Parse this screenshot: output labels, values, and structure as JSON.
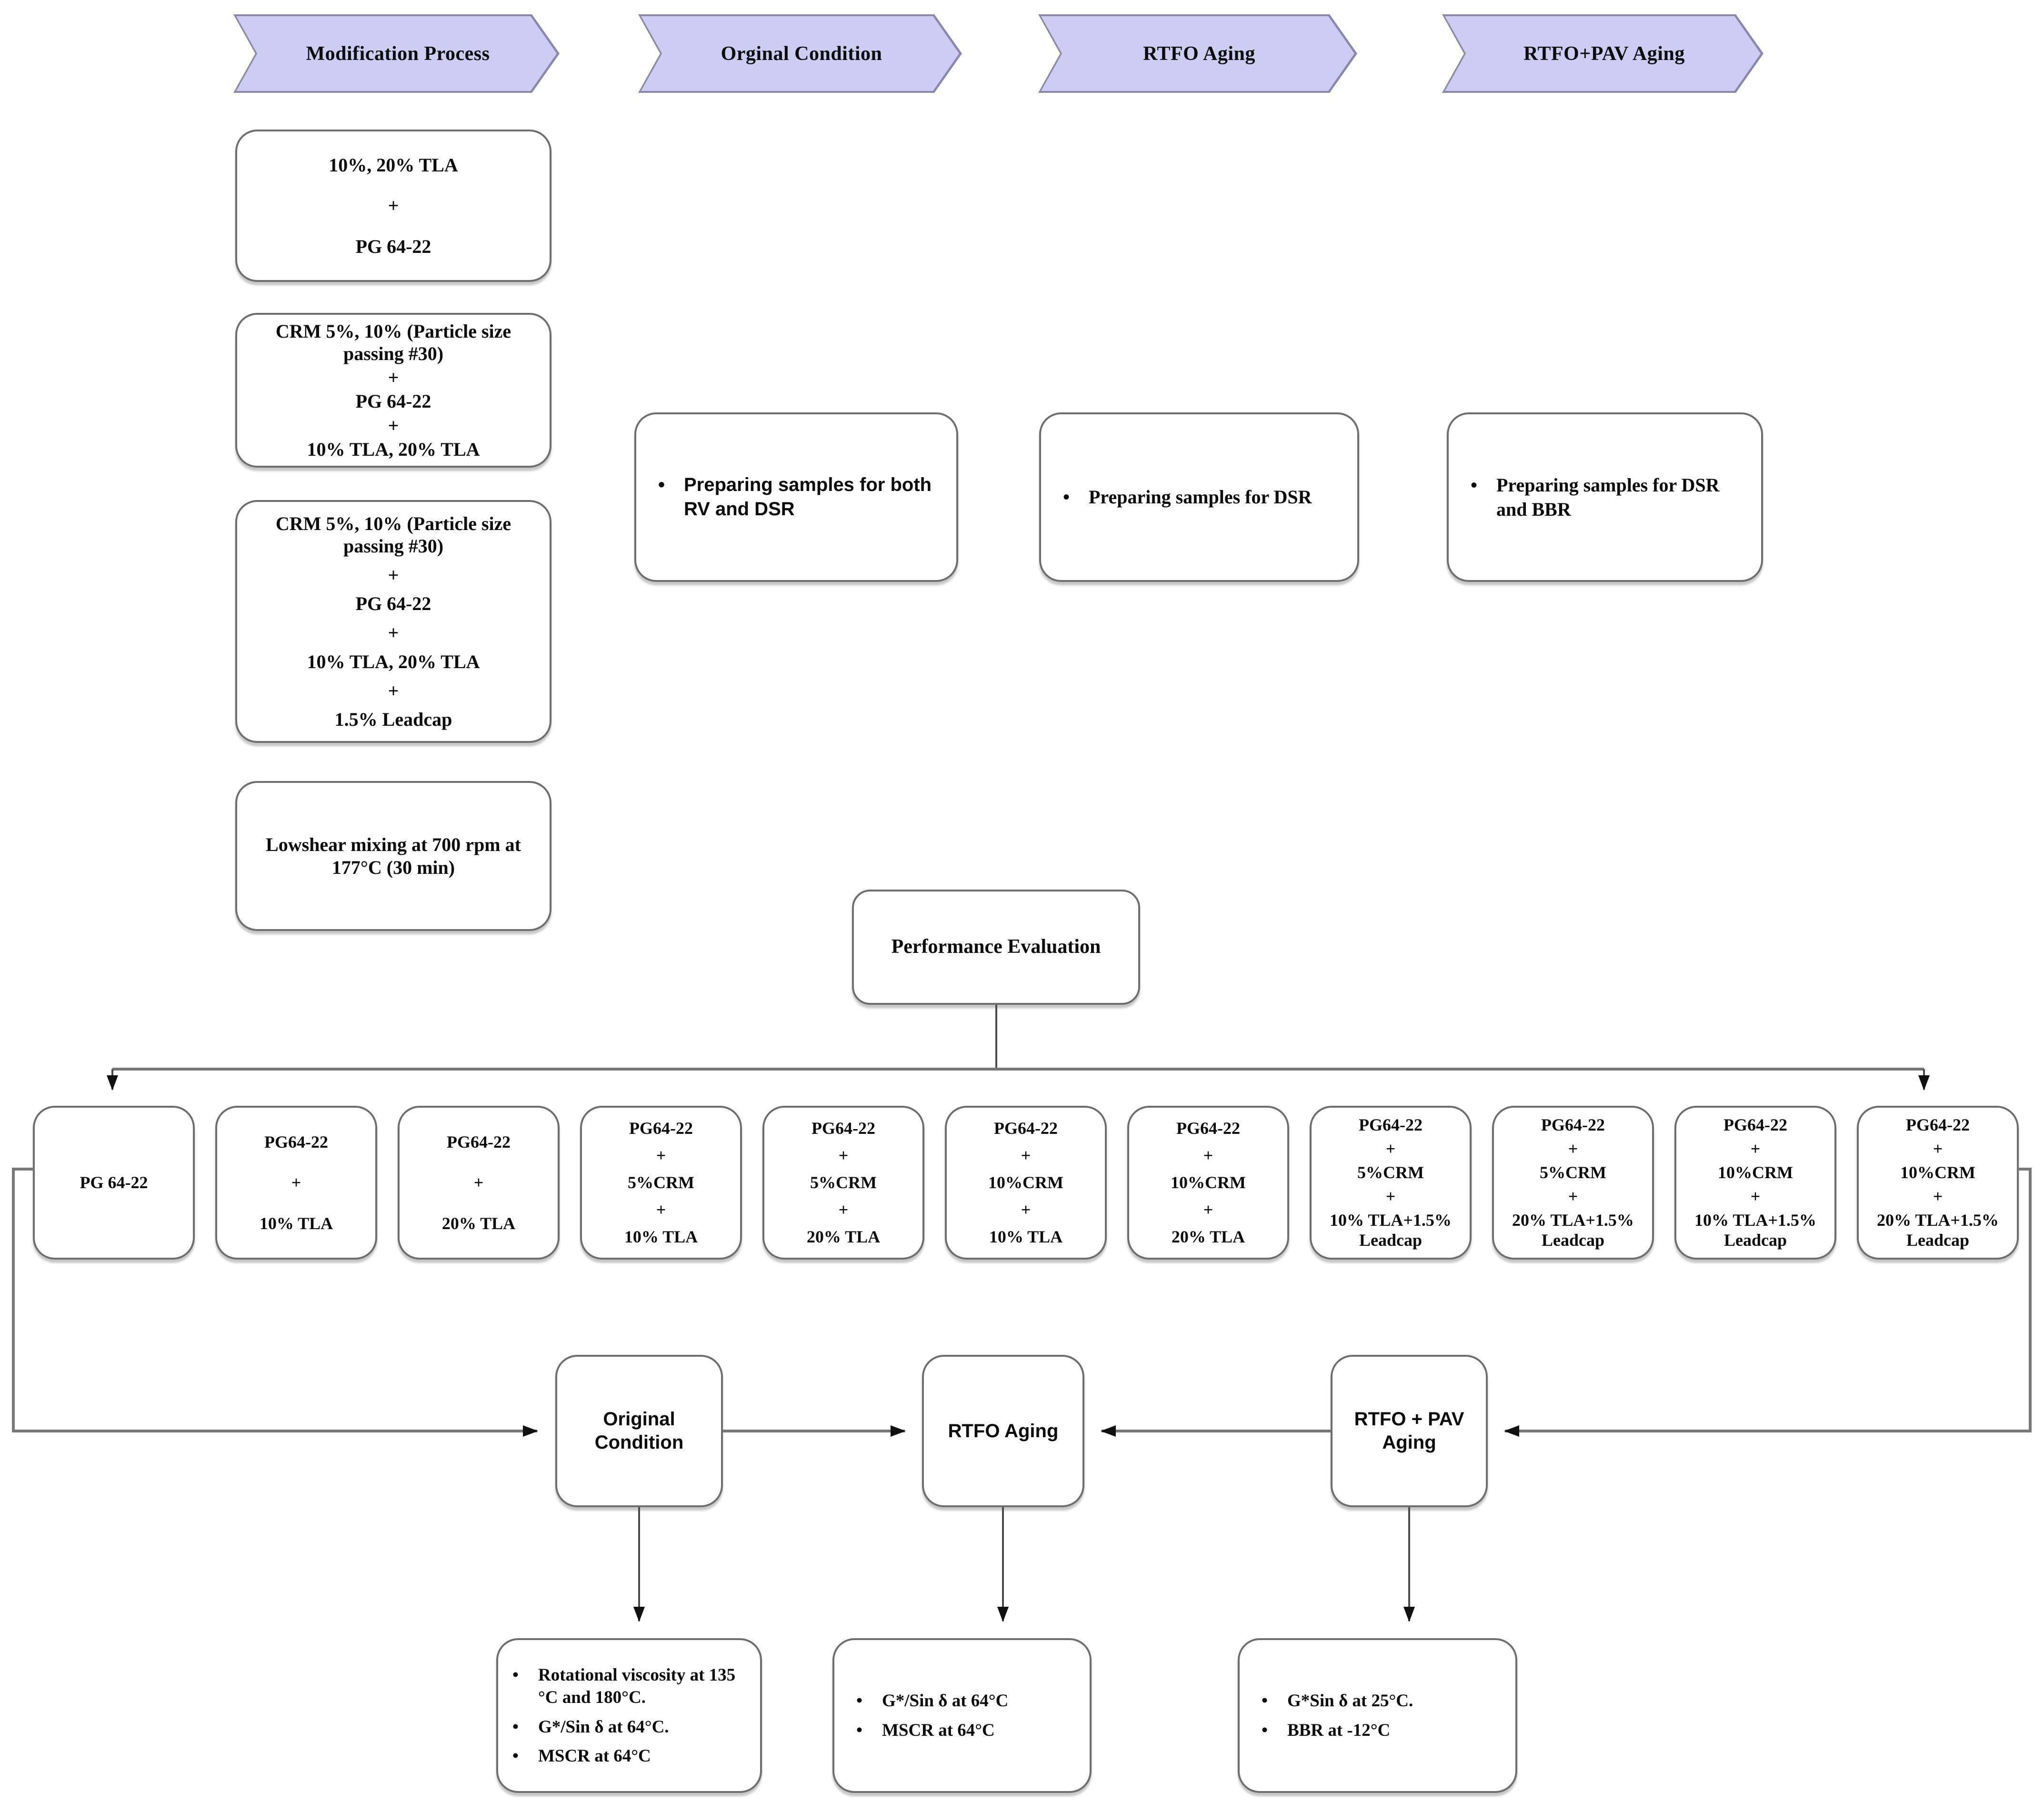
{
  "banners": [
    {
      "label": "Modification Process"
    },
    {
      "label": "Orginal Condition"
    },
    {
      "label": "RTFO Aging"
    },
    {
      "label": "RTFO+PAV Aging"
    }
  ],
  "modification": {
    "boxes": [
      {
        "lines": [
          "10%, 20% TLA",
          "+",
          "PG 64-22"
        ]
      },
      {
        "lines": [
          "CRM 5%, 10% (Particle size passing #30)",
          "+",
          "PG 64-22",
          "+",
          "10% TLA, 20% TLA"
        ]
      },
      {
        "lines": [
          "CRM 5%, 10% (Particle size passing #30)",
          "+",
          "PG 64-22",
          "+",
          "10% TLA, 20% TLA",
          "+",
          "1.5% Leadcap"
        ]
      },
      {
        "lines": [
          "Lowshear mixing at 700 rpm at 177°C (30 min)"
        ]
      }
    ]
  },
  "preparation": {
    "boxes": [
      {
        "bullets": [
          "Preparing samples for both RV and DSR"
        ]
      },
      {
        "bullets": [
          "Preparing samples for DSR"
        ]
      },
      {
        "bullets": [
          "Preparing samples for DSR and BBR"
        ]
      }
    ]
  },
  "performance": {
    "label": "Performance Evaluation"
  },
  "samples": [
    {
      "lines": [
        "PG 64-22"
      ]
    },
    {
      "lines": [
        "PG64-22",
        "+",
        "10% TLA"
      ]
    },
    {
      "lines": [
        "PG64-22",
        "+",
        "20% TLA"
      ]
    },
    {
      "lines": [
        "PG64-22",
        "+",
        "5%CRM",
        "+",
        "10% TLA"
      ]
    },
    {
      "lines": [
        "PG64-22",
        "+",
        "5%CRM",
        "+",
        "20% TLA"
      ]
    },
    {
      "lines": [
        "PG64-22",
        "+",
        "10%CRM",
        "+",
        "10% TLA"
      ]
    },
    {
      "lines": [
        "PG64-22",
        "+",
        "10%CRM",
        "+",
        "20% TLA"
      ]
    },
    {
      "lines": [
        "PG64-22",
        "+",
        "5%CRM",
        "+",
        "10% TLA+1.5% Leadcap"
      ]
    },
    {
      "lines": [
        "PG64-22",
        "+",
        "5%CRM",
        "+",
        "20% TLA+1.5% Leadcap"
      ]
    },
    {
      "lines": [
        "PG64-22",
        "+",
        "10%CRM",
        "+",
        "10% TLA+1.5% Leadcap"
      ]
    },
    {
      "lines": [
        "PG64-22",
        "+",
        "10%CRM",
        "+",
        "20% TLA+1.5% Leadcap"
      ]
    }
  ],
  "aging": [
    {
      "label": "Original Condition"
    },
    {
      "label": "RTFO Aging"
    },
    {
      "label": "RTFO + PAV Aging"
    }
  ],
  "tests": [
    {
      "bullets": [
        "Rotational viscosity at 135 °C and 180°C.",
        "G*/Sin δ at 64°C.",
        "MSCR at 64°C"
      ]
    },
    {
      "bullets": [
        "G*/Sin δ at 64°C",
        "MSCR at 64°C"
      ]
    },
    {
      "bullets": [
        "G*Sin δ at 25°C.",
        "BBR at -12°C"
      ]
    }
  ],
  "colors": {
    "banner_fill": "#cdccf3",
    "banner_border": "#8a8aa8",
    "box_border": "#6e6e6e",
    "connector": "#787878",
    "arrowhead": "#111111"
  }
}
